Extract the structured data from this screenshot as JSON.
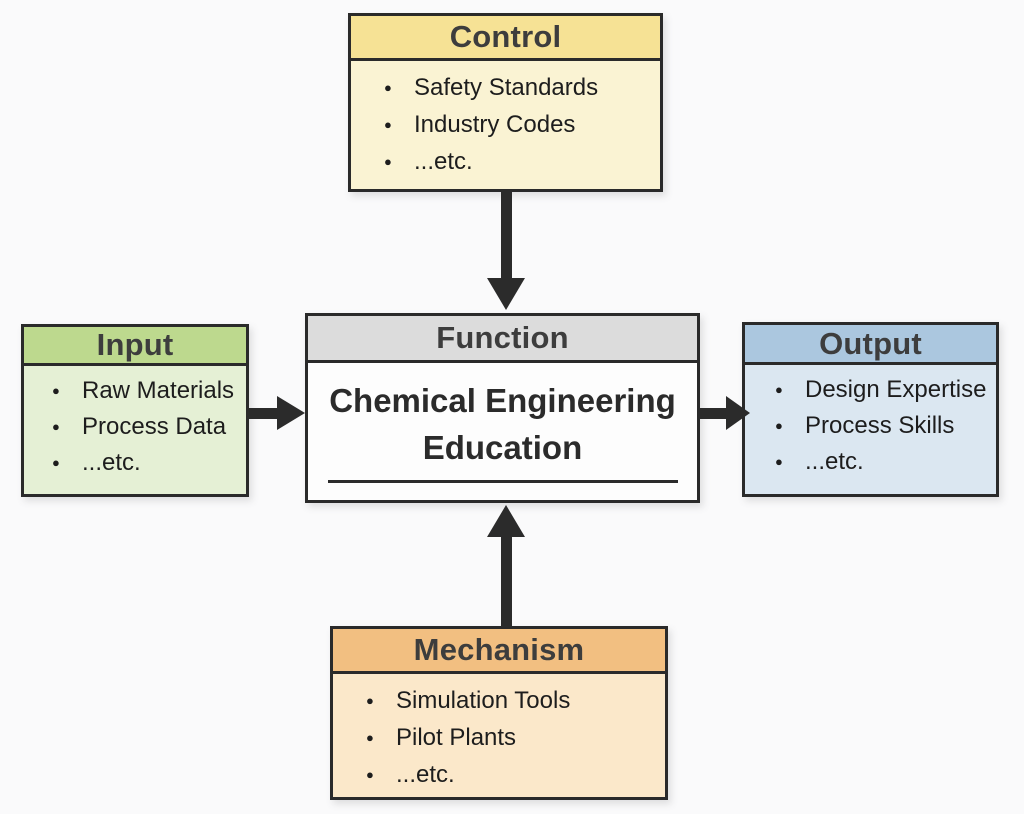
{
  "diagram": {
    "type": "IDEF0 function block diagram",
    "background_color": "#fafafb",
    "border_color": "#2a2a2a",
    "arrow_color": "#2b2b2b",
    "function": {
      "title": "Function",
      "content_line1": "Chemical Engineering",
      "content_line2": "Education",
      "header_color": "#dcdcdc",
      "body_color": "#fdfdfd"
    },
    "control": {
      "title": "Control",
      "items": [
        "Safety Standards",
        "Industry Codes",
        "...etc."
      ],
      "header_color": "#f6e295",
      "body_color": "#faf3d3"
    },
    "input": {
      "title": "Input",
      "items": [
        "Raw Materials",
        "Process Data",
        "...etc."
      ],
      "header_color": "#bdd98e",
      "body_color": "#e5f0d5"
    },
    "output": {
      "title": "Output",
      "items": [
        "Design Expertise",
        "Process Skills",
        "...etc."
      ],
      "header_color": "#abc7df",
      "body_color": "#dbe7f1"
    },
    "mechanism": {
      "title": "Mechanism",
      "items": [
        "Simulation Tools",
        "Pilot Plants",
        "...etc."
      ],
      "header_color": "#f2bf81",
      "body_color": "#fbe8ca"
    },
    "arrows": [
      {
        "name": "control-to-function",
        "direction": "down"
      },
      {
        "name": "input-to-function",
        "direction": "right"
      },
      {
        "name": "function-to-output",
        "direction": "right"
      },
      {
        "name": "mechanism-to-function",
        "direction": "up"
      }
    ]
  }
}
